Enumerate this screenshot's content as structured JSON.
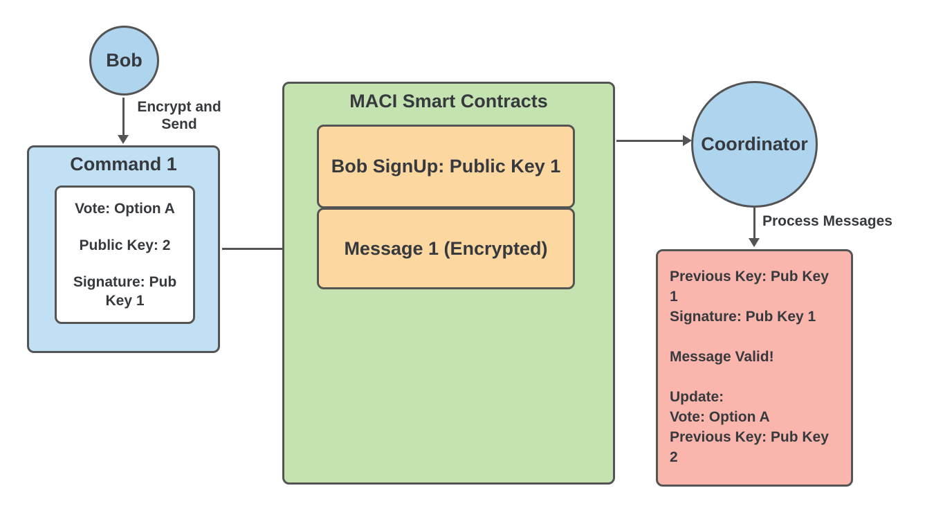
{
  "colors": {
    "circle_fill": "#aed4ee",
    "box_blue_fill": "#c1e0f4",
    "green_fill": "#c5e3b0",
    "orange_fill": "#fcd8a0",
    "pink_fill": "#fab6ad",
    "stroke": "#545454",
    "text": "#36393d",
    "background": "#ffffff"
  },
  "nodes": {
    "bob": {
      "label": "Bob"
    },
    "command": {
      "title": "Command 1",
      "items": [
        "Vote: Option A",
        "Public Key: 2",
        "Signature: Pub Key 1"
      ]
    },
    "maci": {
      "title": "MACI Smart Contracts",
      "entries": [
        "Bob SignUp: Public Key 1",
        "Message 1 (Encrypted)"
      ]
    },
    "coordinator": {
      "label": "Coordinator"
    },
    "result": {
      "lines": [
        "Previous Key: Pub Key 1",
        "Signature: Pub Key 1",
        "",
        "Message Valid!",
        "",
        "Update:",
        "Vote: Option A",
        "Previous Key: Pub Key 2"
      ]
    }
  },
  "edges": {
    "bob_to_command": {
      "label": "Encrypt and Send"
    },
    "coordinator_to_result": {
      "label": "Process Messages"
    }
  }
}
